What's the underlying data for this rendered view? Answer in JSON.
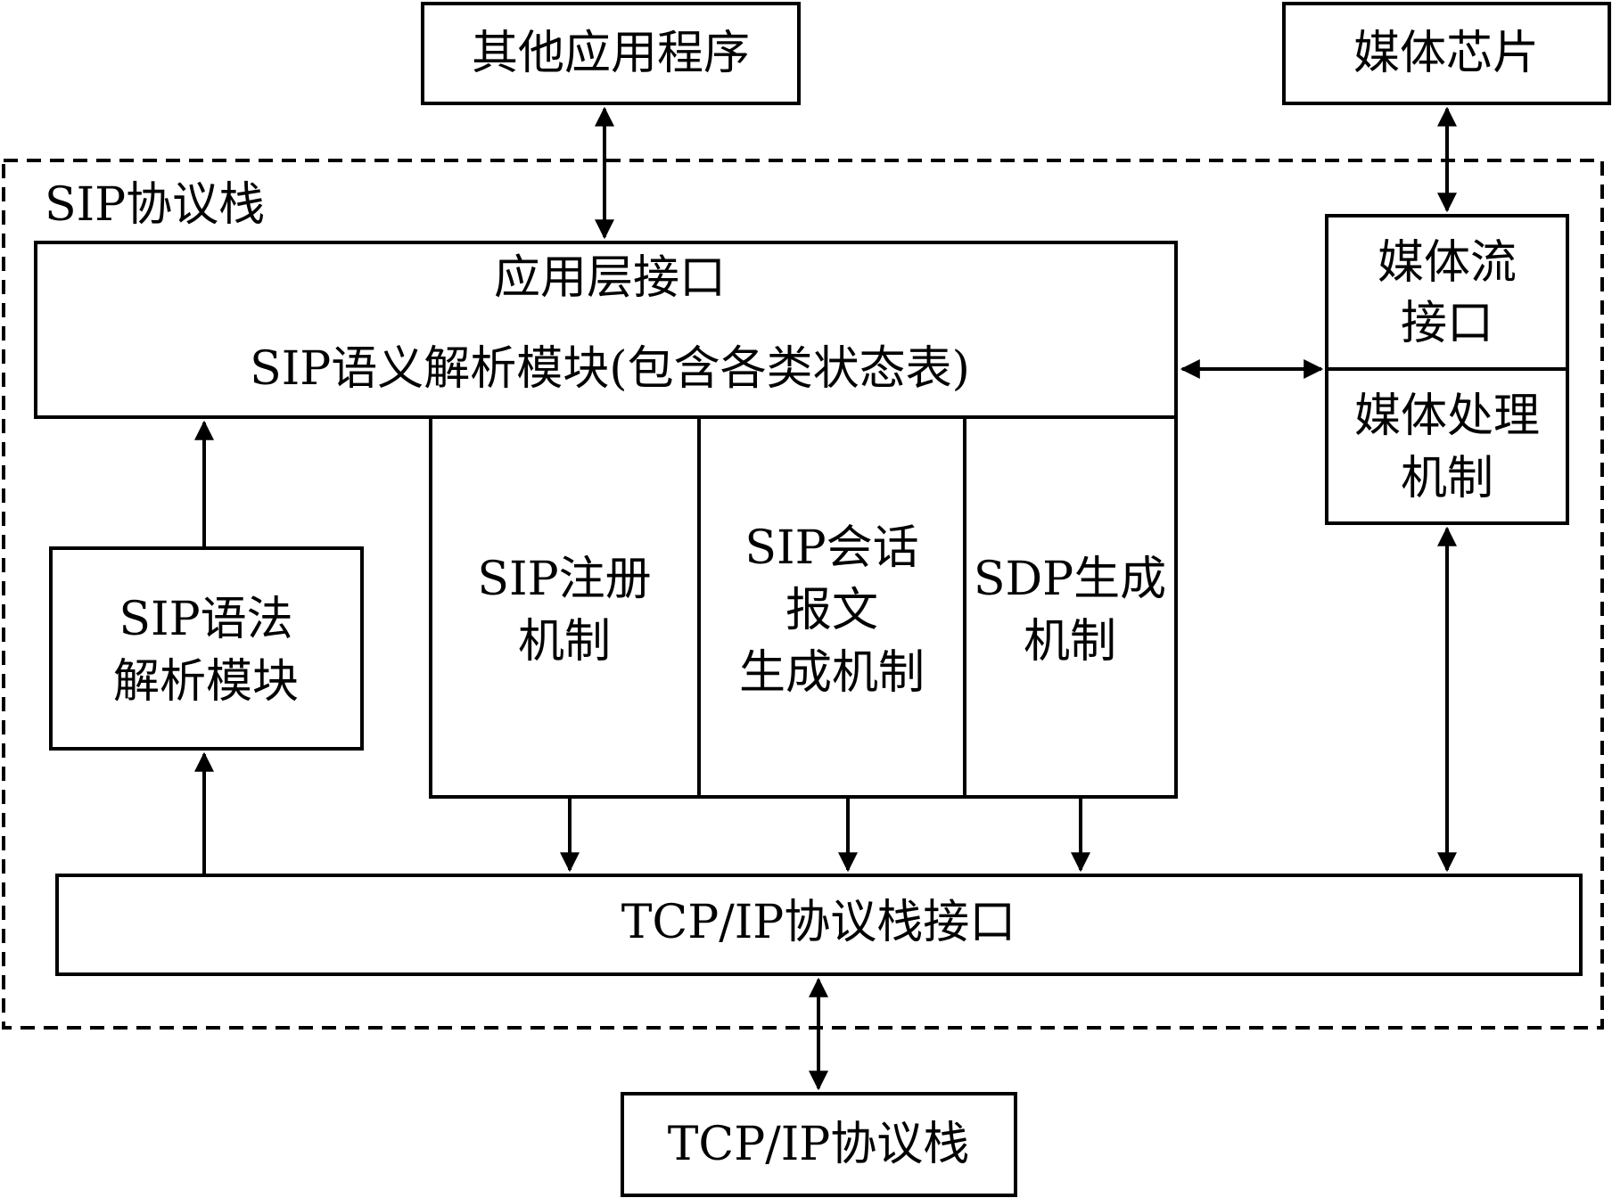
{
  "nodes": {
    "other_apps": "其他应用程序",
    "media_chip": "媒体芯片",
    "sip_stack_label": "SIP协议栈",
    "app_interface": "应用层接口",
    "semantic_module": "SIP语义解析模块(包含各类状态表)",
    "media_stream_interface": [
      "媒体流",
      "接口"
    ],
    "media_processing": [
      "媒体处理",
      "机制"
    ],
    "syntax_module": [
      "SIP语法",
      "解析模块"
    ],
    "register": [
      "SIP注册",
      "机制"
    ],
    "session_message": [
      "SIP会话",
      "报文",
      "生成机制"
    ],
    "sdp": [
      "SDP生成",
      "机制"
    ],
    "tcpip_interface": "TCP/IP协议栈接口",
    "tcpip_stack": "TCP/IP协议栈"
  },
  "edges": [
    {
      "from": "other_apps",
      "to": "app_interface",
      "direction": "both"
    },
    {
      "from": "media_chip",
      "to": "media_stream_interface",
      "direction": "both"
    },
    {
      "from": "semantic_module",
      "to": "media_stream_interface",
      "direction": "both"
    },
    {
      "from": "syntax_module",
      "to": "semantic_module",
      "direction": "forward"
    },
    {
      "from": "tcpip_interface",
      "to": "syntax_module",
      "direction": "forward"
    },
    {
      "from": "register",
      "to": "tcpip_interface",
      "direction": "forward"
    },
    {
      "from": "session_message",
      "to": "tcpip_interface",
      "direction": "forward"
    },
    {
      "from": "sdp",
      "to": "tcpip_interface",
      "direction": "forward"
    },
    {
      "from": "media_processing",
      "to": "tcpip_interface",
      "direction": "both"
    },
    {
      "from": "tcpip_interface",
      "to": "tcpip_stack",
      "direction": "both"
    }
  ]
}
